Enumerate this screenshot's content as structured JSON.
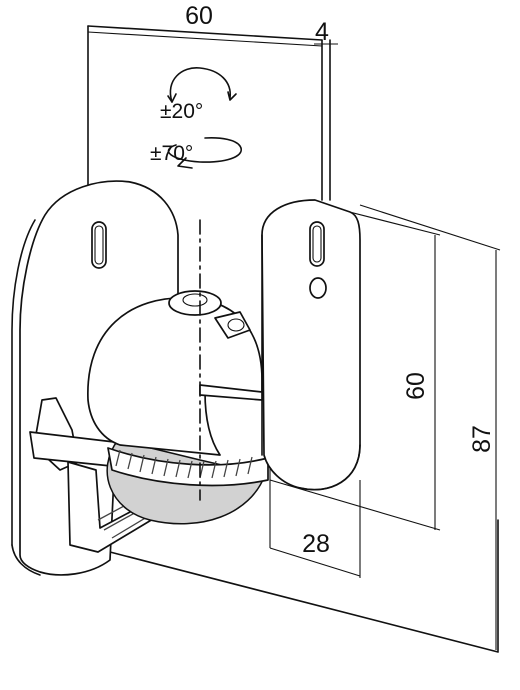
{
  "dimensions": {
    "plate_width": "60",
    "plate_thickness": "4",
    "bracket_height": "60",
    "total_height": "87",
    "bracket_depth": "28"
  },
  "angles": {
    "tilt": "±20°",
    "swivel": "±70°"
  }
}
